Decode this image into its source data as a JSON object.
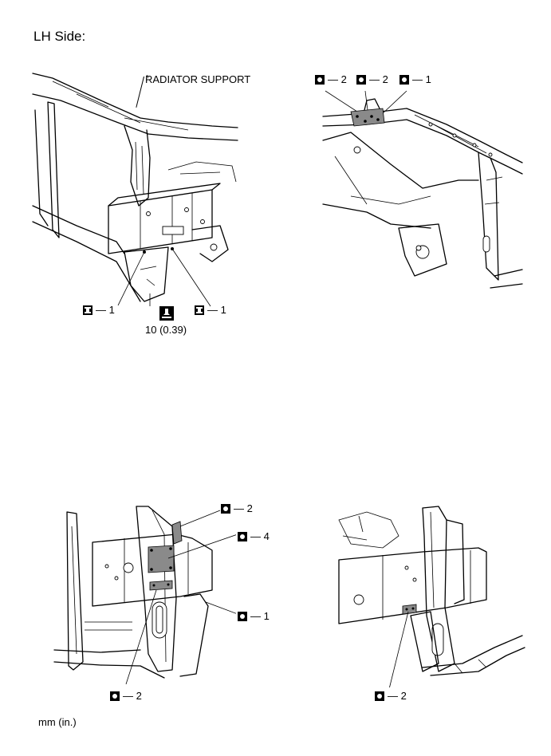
{
  "title": "LH Side:",
  "units_note": "mm (in.)",
  "view1": {
    "label_radiator_support": "RADIATOR SUPPORT",
    "callout_left": "— 1",
    "callout_right": "— 1",
    "torque_value": "10 (0.39)"
  },
  "view2": {
    "callout_a": "— 2",
    "callout_b": "— 2",
    "callout_c": "— 1"
  },
  "view3": {
    "callout_top": "— 2",
    "callout_mid": "— 4",
    "callout_right": "— 1",
    "callout_bottom": "— 2"
  },
  "view4": {
    "callout_bottom": "— 2"
  },
  "icons": {
    "weld_spot_symbol": "spot-weld-o-symbol",
    "i_symbol": "i-symbol",
    "torque_symbol": "torque-wrench-symbol"
  }
}
